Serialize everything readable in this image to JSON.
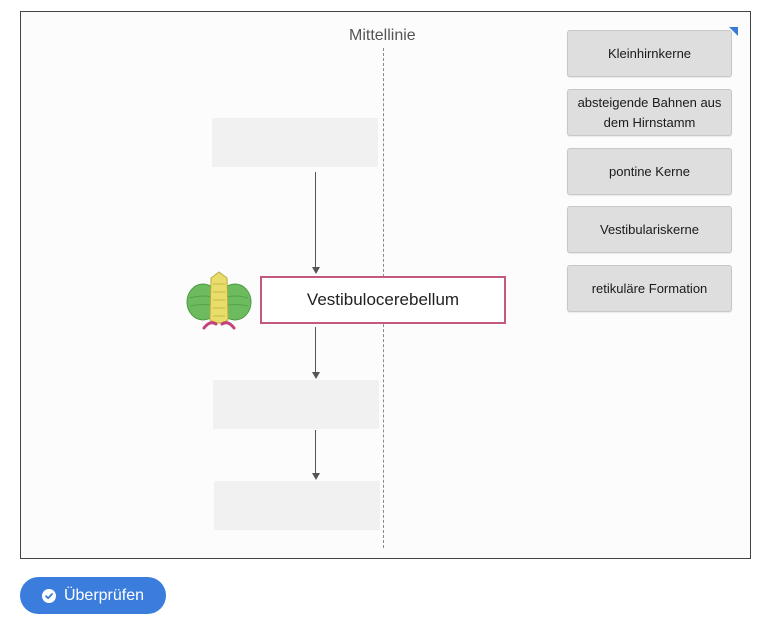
{
  "diagram": {
    "midline_label": "Mittellinie",
    "center_label": "Vestibulocerebellum"
  },
  "options": [
    {
      "label": "Kleinhirnkerne"
    },
    {
      "label": "absteigende Bahnen aus dem Hirnstamm"
    },
    {
      "label": "pontine Kerne"
    },
    {
      "label": "Vestibulariskerne"
    },
    {
      "label": "retikuläre Formation"
    }
  ],
  "check_button": {
    "label": "Überprüfen"
  },
  "colors": {
    "accent": "#3b7ddd",
    "center_border": "#c35a7a"
  },
  "icons": {
    "cerebellum": "cerebellum-icon",
    "check": "check-circle-icon"
  }
}
